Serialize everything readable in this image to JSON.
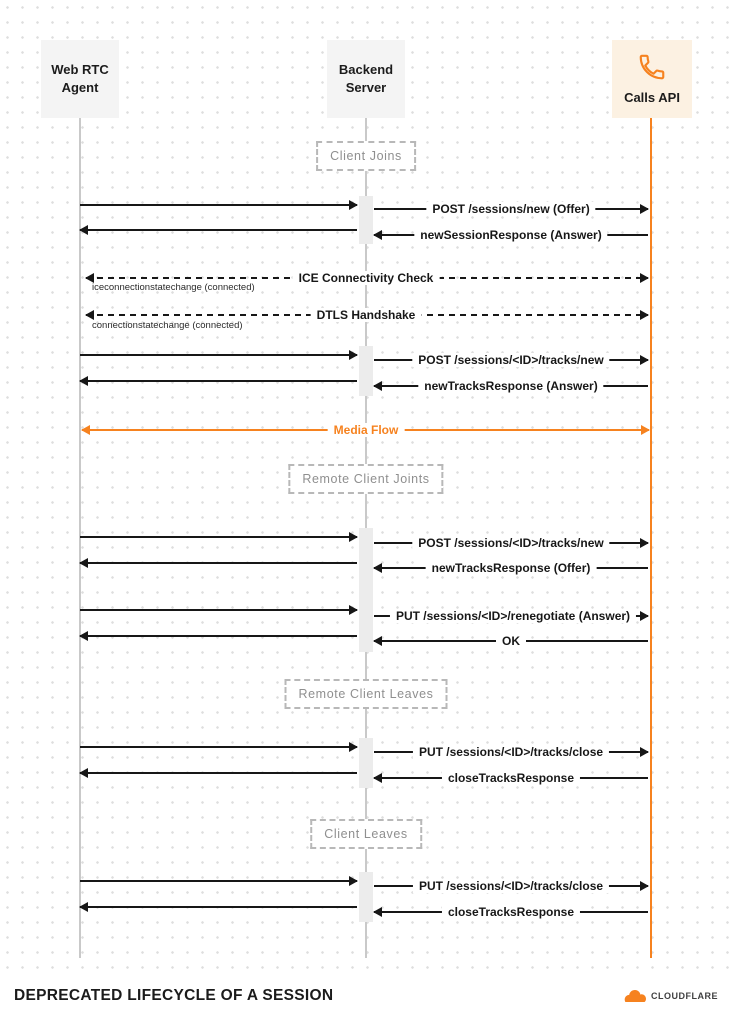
{
  "diagram": {
    "type": "sequence",
    "actors": [
      {
        "name": "Web RTC Agent"
      },
      {
        "name": "Backend Server"
      },
      {
        "name": "Calls API"
      }
    ],
    "phases": [
      {
        "label": "Client Joins"
      },
      {
        "label": "Remote Client Joints"
      },
      {
        "label": "Remote Client Leaves"
      },
      {
        "label": "Client Leaves"
      }
    ],
    "messages": [
      {
        "label": "POST /sessions/new (Offer)",
        "from": "Web RTC Agent",
        "to": "Calls API",
        "style": "solid"
      },
      {
        "label": "newSessionResponse (Answer)",
        "from": "Calls API",
        "to": "Web RTC Agent",
        "style": "solid"
      },
      {
        "label": "ICE Connectivity Check",
        "from": "Web RTC Agent",
        "to": "Calls API",
        "style": "dashed-bidirectional",
        "note": "iceconnectionstatechange (connected)"
      },
      {
        "label": "DTLS Handshake",
        "from": "Web RTC Agent",
        "to": "Calls API",
        "style": "dashed-bidirectional",
        "note": "connectionstatechange (connected)"
      },
      {
        "label": "POST /sessions/<ID>/tracks/new",
        "from": "Web RTC Agent",
        "to": "Calls API",
        "style": "solid"
      },
      {
        "label": "newTracksResponse (Answer)",
        "from": "Calls API",
        "to": "Web RTC Agent",
        "style": "solid"
      },
      {
        "label": "Media Flow",
        "from": "Web RTC Agent",
        "to": "Calls API",
        "style": "orange-bidirectional"
      },
      {
        "label": "POST /sessions/<ID>/tracks/new",
        "from": "Web RTC Agent",
        "to": "Calls API",
        "style": "solid"
      },
      {
        "label": "newTracksResponse (Offer)",
        "from": "Calls API",
        "to": "Web RTC Agent",
        "style": "solid"
      },
      {
        "label": "PUT /sessions/<ID>/renegotiate (Answer)",
        "from": "Web RTC Agent",
        "to": "Calls API",
        "style": "solid"
      },
      {
        "label": "OK",
        "from": "Calls API",
        "to": "Web RTC Agent",
        "style": "solid"
      },
      {
        "label": "PUT /sessions/<ID>/tracks/close",
        "from": "Web RTC Agent",
        "to": "Calls API",
        "style": "solid"
      },
      {
        "label": "closeTracksResponse",
        "from": "Calls API",
        "to": "Web RTC Agent",
        "style": "solid"
      },
      {
        "label": "PUT /sessions/<ID>/tracks/close",
        "from": "Web RTC Agent",
        "to": "Calls API",
        "style": "solid"
      },
      {
        "label": "closeTracksResponse",
        "from": "Calls API",
        "to": "Web RTC Agent",
        "style": "solid"
      }
    ],
    "footer": {
      "title": "DEPRECATED LIFECYCLE OF A SESSION",
      "brand": "CLOUDFLARE"
    },
    "icons": {
      "calls_api": "phone-icon",
      "brand": "cloudflare-cloud-icon"
    },
    "colors": {
      "accent": "#f6821f"
    }
  }
}
